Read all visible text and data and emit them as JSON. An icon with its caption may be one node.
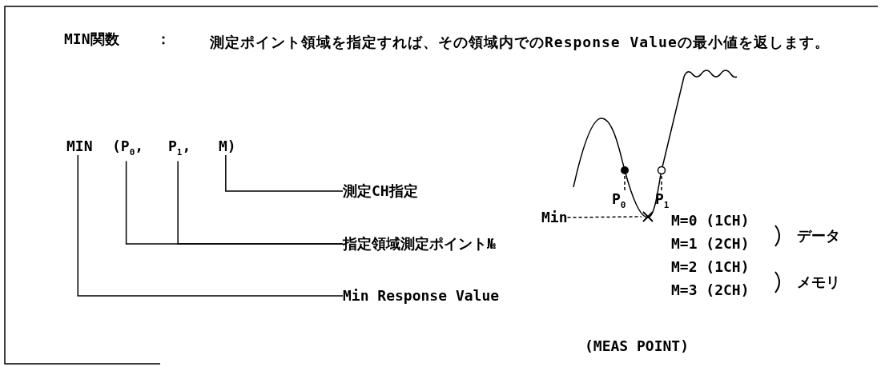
{
  "diagram": {
    "nodes": [
      {
        "text": [
          "MIN"
        ]
      },
      {
        "text": [
          "(P$_{0}$,"
        ]
      },
      {
        "text": [
          "P$_{1}$,"
        ]
      },
      {
        "text": [
          "M)"
        ]
      },
      {
        "text": [
          "測定CH指定"
        ]
      },
      {
        "text": [
          "指定領域測定ポイント№"
        ]
      },
      {
        "text": [
          "Min Response Value"
        ]
      },
      {
        "text": [],
        "shape": "dot"
      },
      {
        "text": [],
        "shape": "circle"
      },
      {
        "text": [],
        "shape": "cross"
      },
      {
        "text": [
          "P$_{0}$"
        ]
      },
      {
        "text": [
          "P$_{1}$"
        ]
      },
      {
        "text": [
          "Min"
        ]
      }
    ],
    "edges": [
      {
        "from": 4,
        "to": 3,
        "arrow": "none"
      },
      {
        "from": 5,
        "to": 1,
        "arrow": "none"
      },
      {
        "from": 5,
        "to": 2,
        "arrow": "none"
      },
      {
        "from": 6,
        "to": 0,
        "arrow": "none"
      },
      {
        "from": 10,
        "to": 7,
        "arrow": "none",
        "style": "dashed"
      },
      {
        "from": 11,
        "to": 8,
        "arrow": "none",
        "style": "dashed"
      },
      {
        "from": 12,
        "to": 9,
        "arrow": "none",
        "style": "dashed"
      }
    ],
    "labels": [
      "MIN関数",
      "：",
      "測定ポイント領域を指定すれば、その領域内でのResponse Valueの最小値を返します。",
      "M=0 (1CH)",
      "M=1 (2CH)",
      "M=2 (1CH)",
      "M=3 (2CH)",
      "データ",
      "メモリ",
      "(MEAS POINT)"
    ]
  }
}
